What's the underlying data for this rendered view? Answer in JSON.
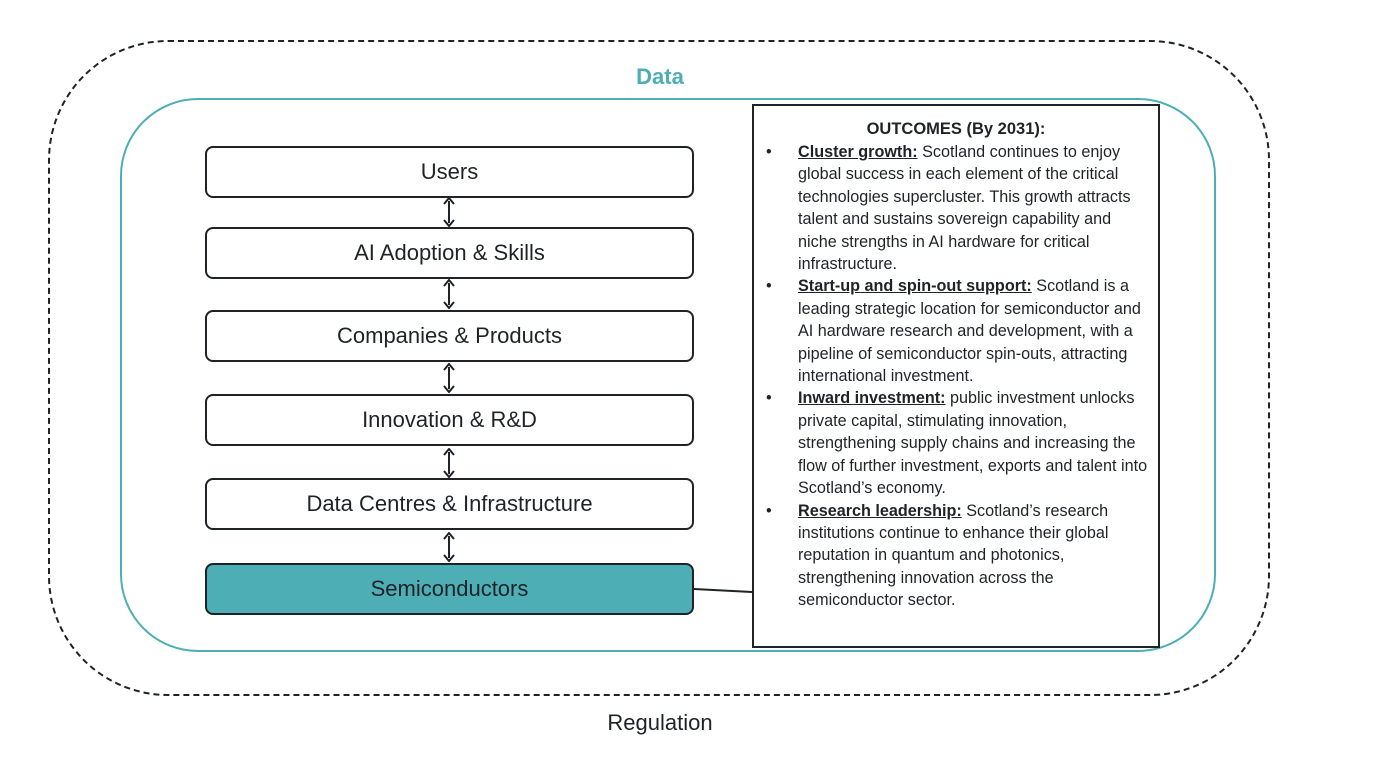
{
  "labels": {
    "data": "Data",
    "regulation": "Regulation"
  },
  "layers": [
    {
      "label": "Users"
    },
    {
      "label": "AI Adoption & Skills"
    },
    {
      "label": "Companies & Products"
    },
    {
      "label": "Innovation & R&D"
    },
    {
      "label": "Data Centres & Infrastructure"
    },
    {
      "label": "Semiconductors"
    }
  ],
  "outcomes": {
    "title": "OUTCOMES (By 2031):",
    "items": [
      {
        "heading": "Cluster growth:",
        "text": " Scotland continues to enjoy global success in each element of the critical technologies supercluster. This growth attracts talent and sustains sovereign capability and niche strengths in AI hardware for critical infrastructure."
      },
      {
        "heading": "Start-up and spin-out support:",
        "text": " Scotland is a leading strategic location for semiconductor and AI hardware research and development, with a pipeline of semiconductor spin-outs, attracting international investment."
      },
      {
        "heading": "Inward investment:",
        "text": " public investment unlocks private capital, stimulating innovation, strengthening supply chains and increasing the flow of further investment, exports and talent into Scotland’s economy."
      },
      {
        "heading": "Research leadership:",
        "text": " Scotland’s research institutions continue to enhance their global reputation in quantum and photonics, strengthening innovation across the semiconductor sector."
      }
    ]
  },
  "colors": {
    "accent": "#4daeb6",
    "ink": "#1f2328"
  }
}
